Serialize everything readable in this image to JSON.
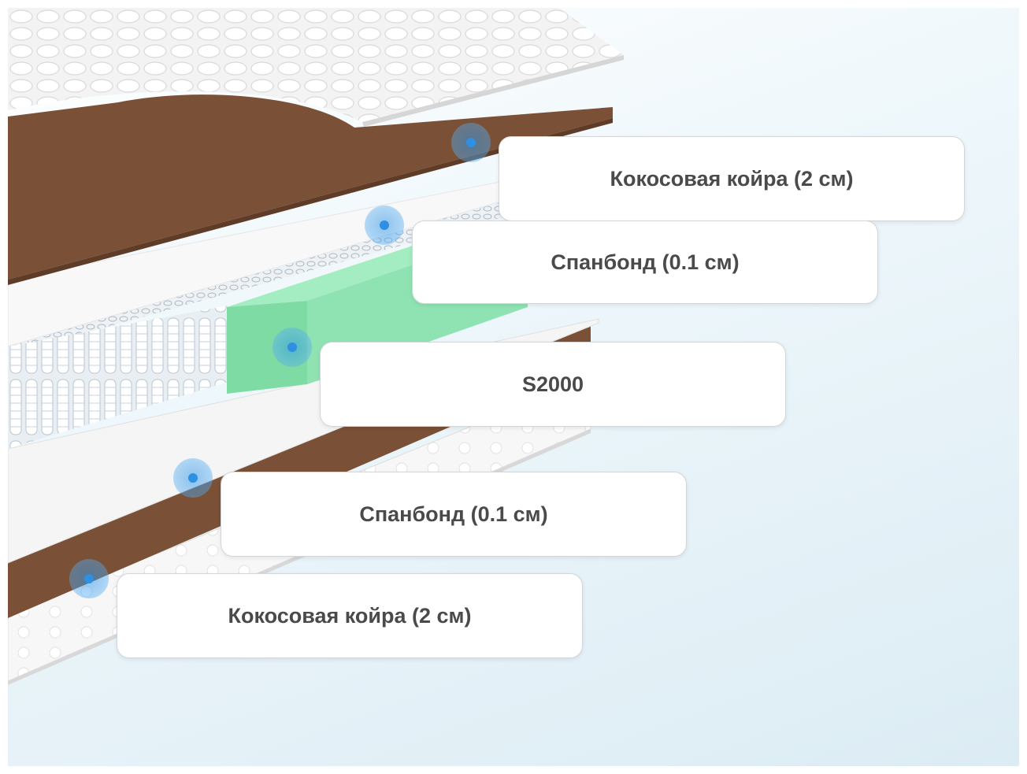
{
  "layers": [
    {
      "id": "coconut-top",
      "label": "Кокосовая койра (2 см)"
    },
    {
      "id": "spunbond-top",
      "label": "Спанбонд (0.1 см)"
    },
    {
      "id": "spring-block",
      "label": "S2000"
    },
    {
      "id": "spunbond-bottom",
      "label": "Спанбонд (0.1 см)"
    },
    {
      "id": "coconut-bottom",
      "label": "Кокосовая койра (2 см)"
    }
  ],
  "colors": {
    "coconut": "#7a5036",
    "foam": "#8fe3b2",
    "marker": "#2f8fe0",
    "cover": "#f4f4f4"
  }
}
